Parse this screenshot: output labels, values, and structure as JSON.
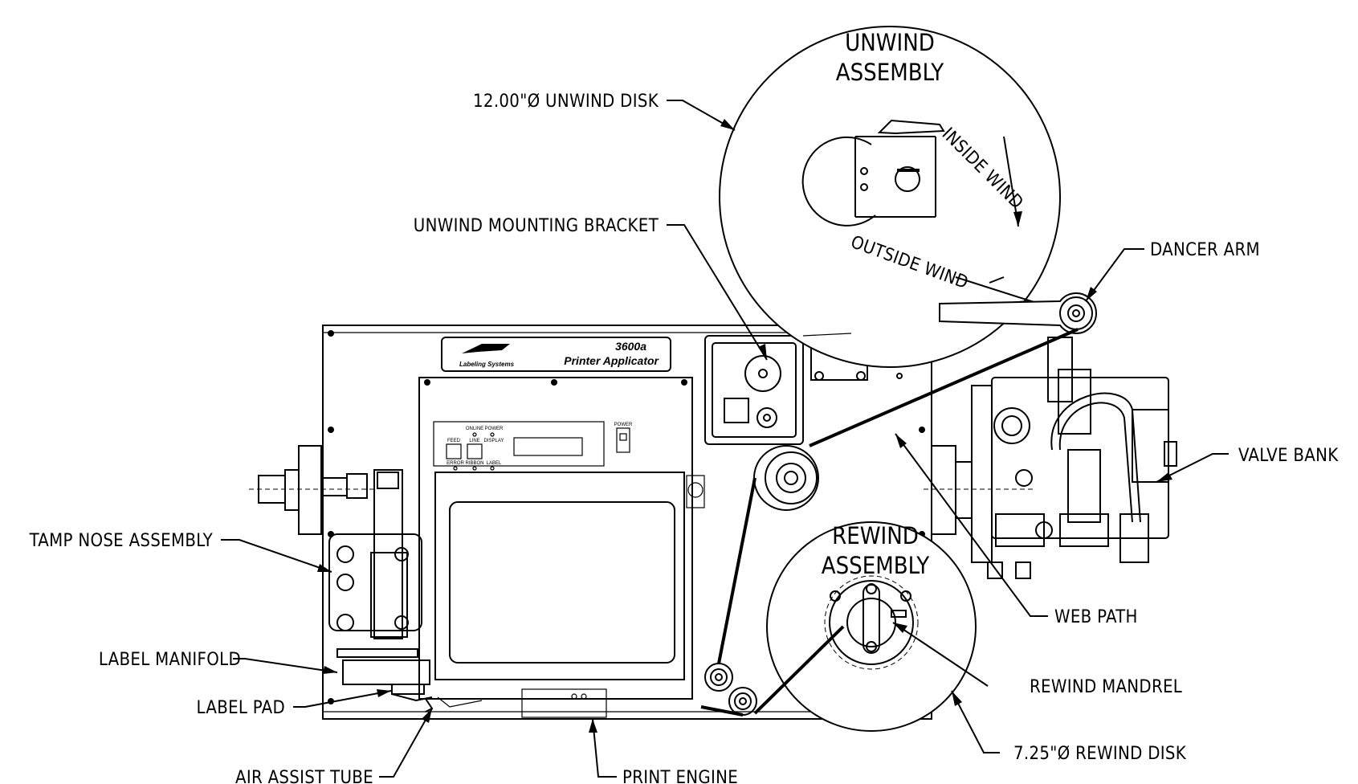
{
  "labels": {
    "unwind_disk": "12.00\"Ø UNWIND DISK",
    "unwind_bracket": "UNWIND MOUNTING BRACKET",
    "dancer_arm": "DANCER ARM",
    "valve_bank": "VALVE BANK",
    "tamp_nose": "TAMP NOSE ASSEMBLY",
    "label_manifold": "LABEL MANIFOLD",
    "label_pad": "LABEL PAD",
    "air_assist": "AIR ASSIST TUBE",
    "print_engine": "PRINT ENGINE",
    "web_path": "WEB PATH",
    "rewind_mandrel": "REWIND MANDREL",
    "rewind_disk": "7.25\"Ø REWIND DISK",
    "inside_wind": "INSIDE WIND",
    "outside_wind": "OUTSIDE WIND"
  },
  "unwind_assembly": {
    "line1": "UNWIND",
    "line2": "ASSEMBLY"
  },
  "rewind_assembly": {
    "line1": "REWIND",
    "line2": "ASSEMBLY"
  },
  "nameplate": {
    "model": "3600a",
    "product": "Printer Applicator",
    "brand_sub": "Labeling Systems"
  },
  "control_panel": {
    "online": "ONLINE",
    "power": "POWER",
    "feed": "FEED",
    "line": "LINE",
    "display": "DISPLAY",
    "error": "ERROR",
    "ribbon": "RIBBON",
    "label": "LABEL",
    "power_switch": "POWER"
  }
}
